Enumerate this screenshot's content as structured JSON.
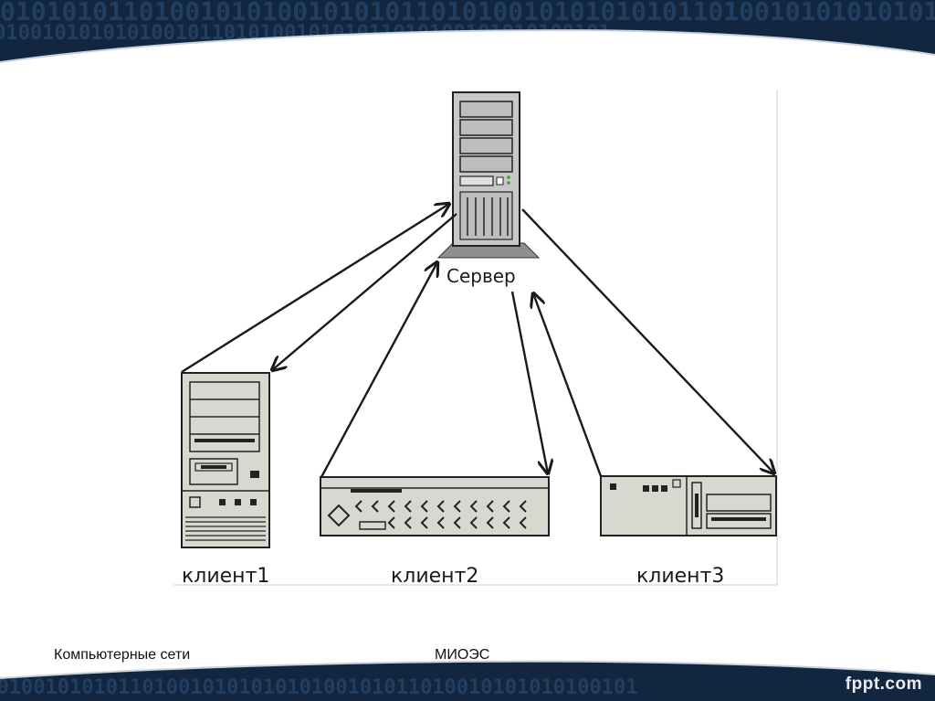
{
  "diagram": {
    "server_label": "Сервер",
    "clients": [
      {
        "label": "клиент1"
      },
      {
        "label": "клиент2"
      },
      {
        "label": "клиент3"
      }
    ]
  },
  "footer": {
    "left_text": "Компьютерные сети",
    "center_text": "МИОЭС",
    "watermark": "fppt.com"
  },
  "colors": {
    "background_dark": "#0d1a2c",
    "slide_white": "#ffffff",
    "device_fill": "#dcdcd4",
    "line": "#1a1a1a"
  }
}
